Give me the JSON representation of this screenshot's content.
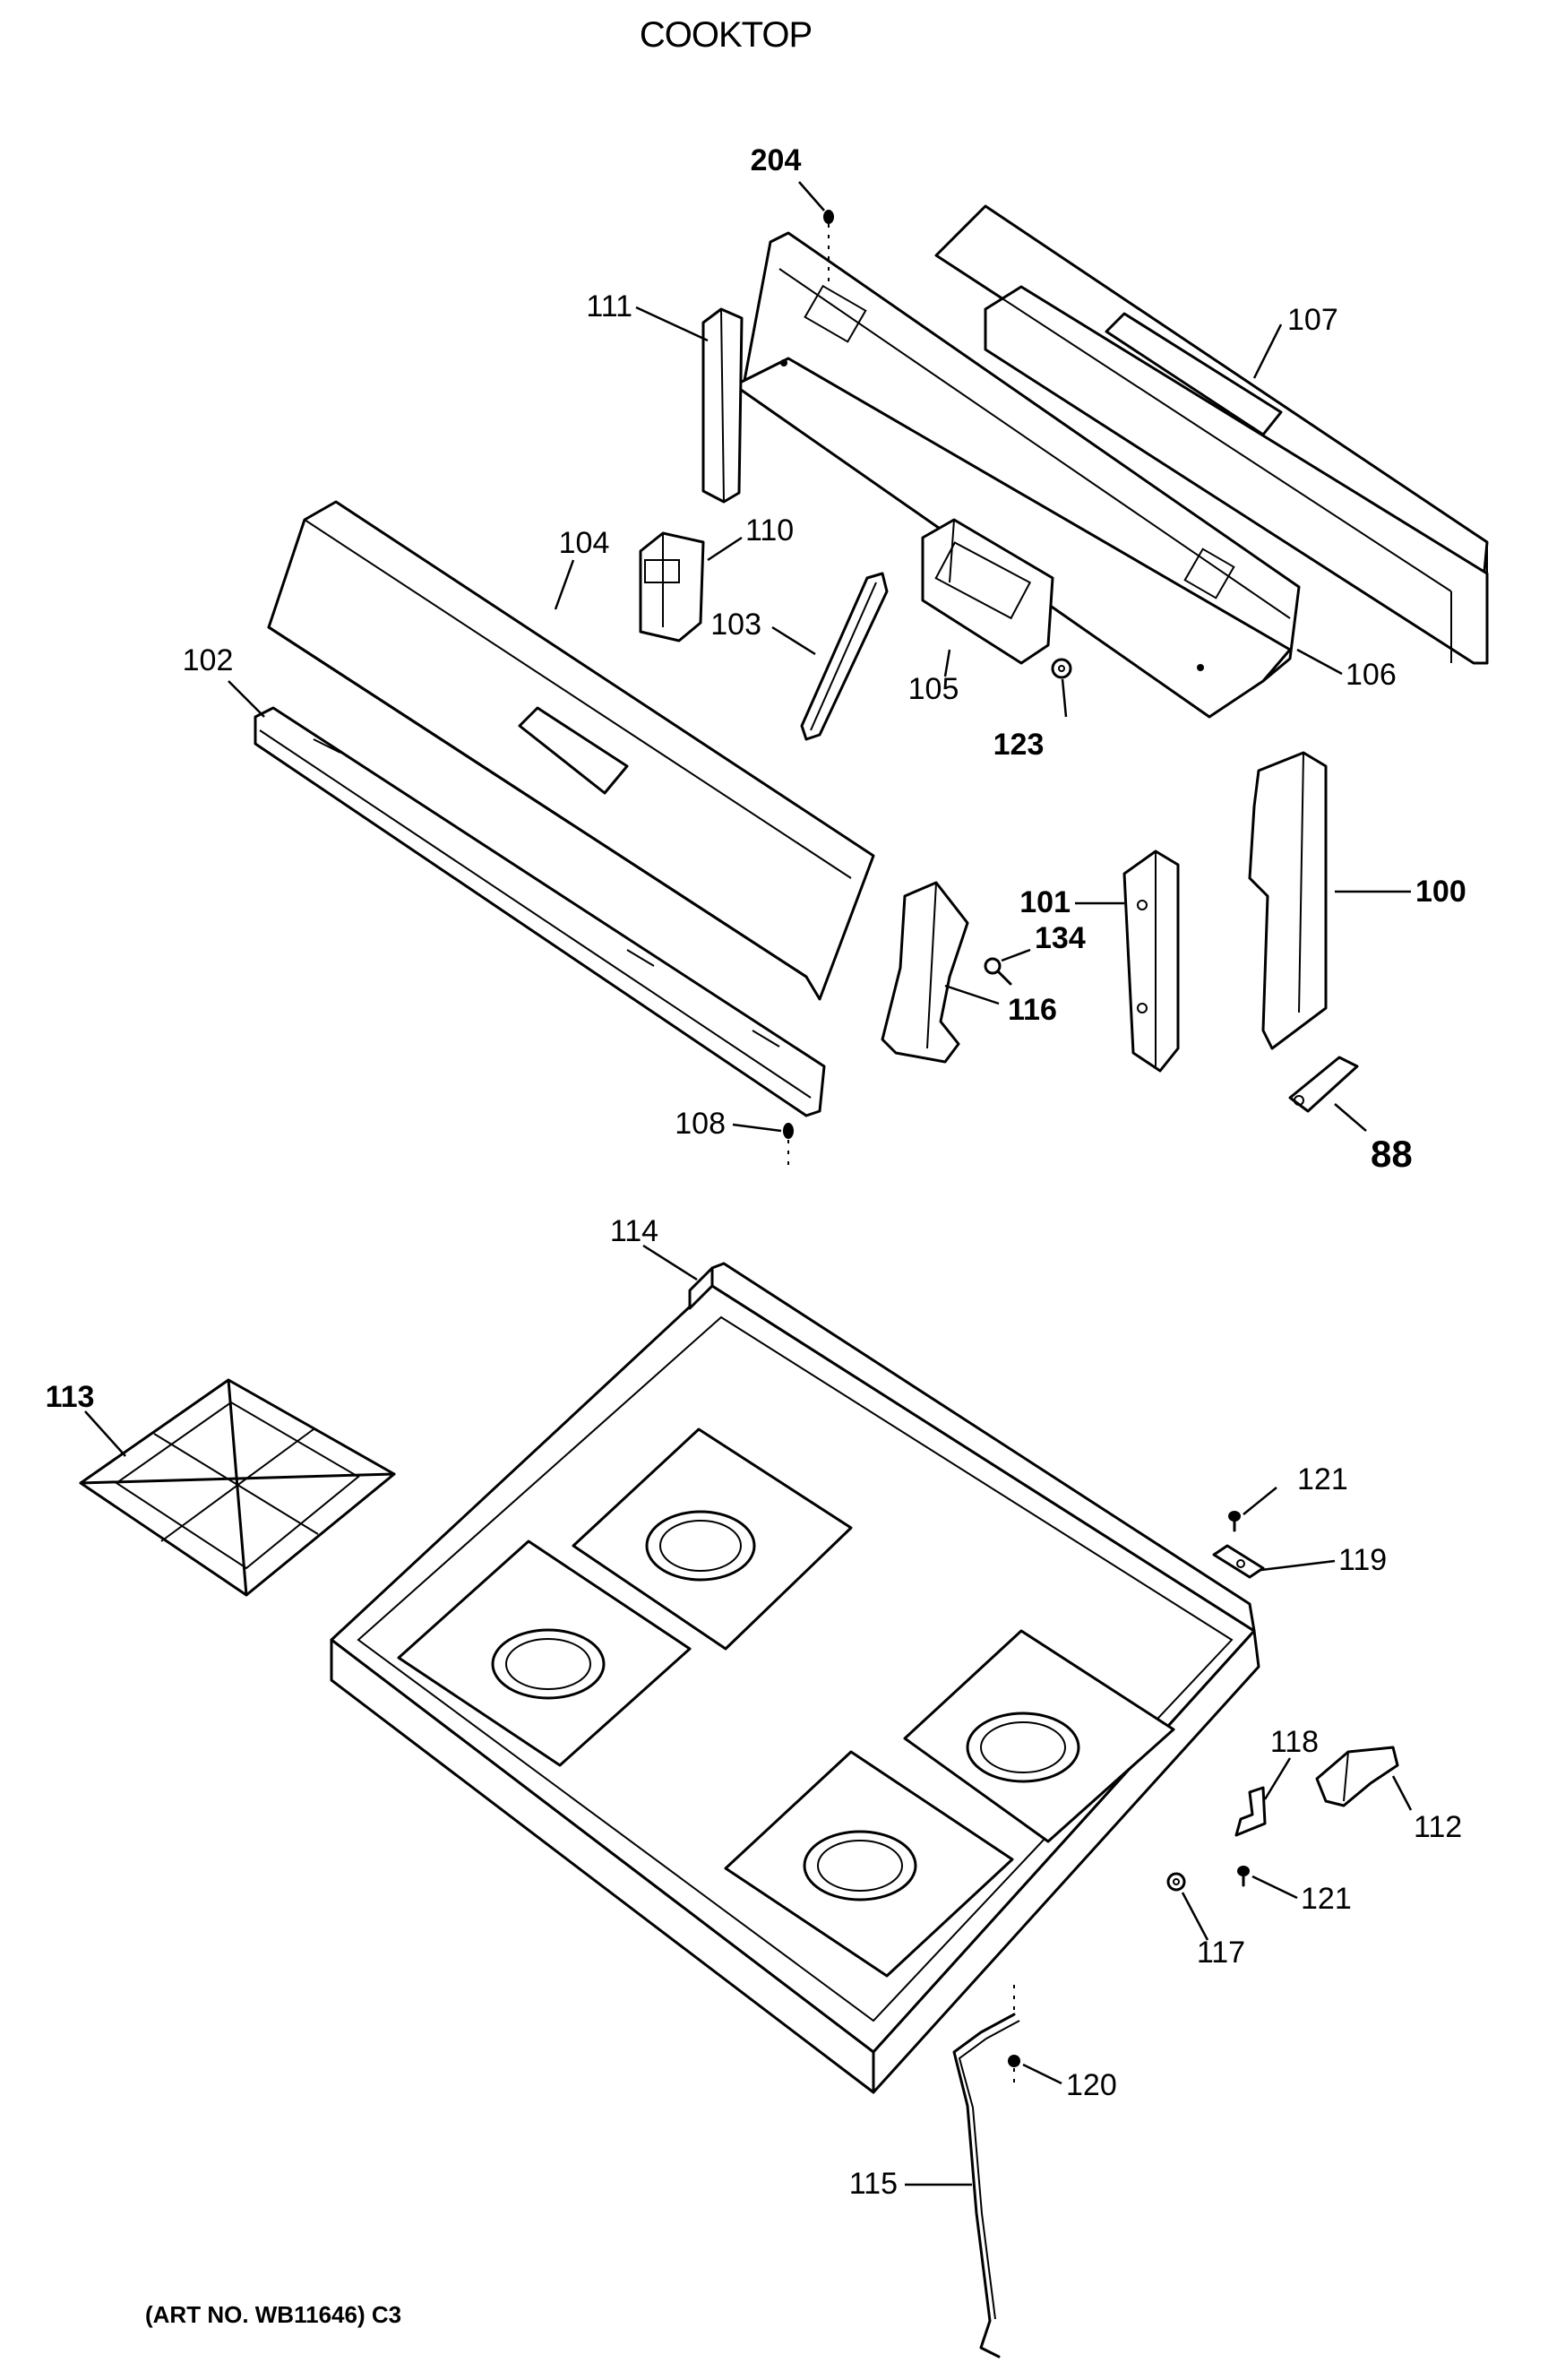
{
  "title": "COOKTOP",
  "art_number": "(ART NO. WB11646) C3",
  "callouts": {
    "p204": "204",
    "p111": "111",
    "p107": "107",
    "p110": "110",
    "p104": "104",
    "p103": "103",
    "p102": "102",
    "p105": "105",
    "p106": "106",
    "p123": "123",
    "p100": "100",
    "p101": "101",
    "p134": "134",
    "p116": "116",
    "p108": "108",
    "p88": "88",
    "p114": "114",
    "p113": "113",
    "p121a": "121",
    "p119": "119",
    "p118": "118",
    "p112": "112",
    "p121b": "121",
    "p117": "117",
    "p120": "120",
    "p115": "115"
  }
}
